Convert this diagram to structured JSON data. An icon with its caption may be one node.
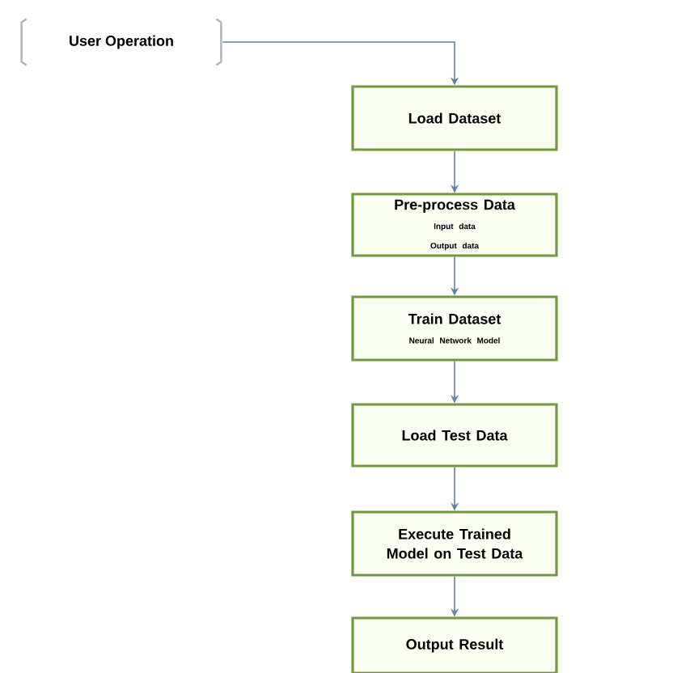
{
  "diagram": {
    "nodes": [
      {
        "text": [
          "User Operation"
        ]
      },
      {
        "text": [
          "Load Dataset"
        ]
      },
      {
        "text": [
          "Pre-process Data",
          "Input data",
          "Output data"
        ]
      },
      {
        "text": [
          "Train Dataset",
          "Neural Network Model"
        ]
      },
      {
        "text": [
          "Load Test Data"
        ]
      },
      {
        "text": [
          "Execute Trained Model on Test Data"
        ]
      },
      {
        "text": [
          "Output Result"
        ]
      }
    ],
    "edges": [
      {
        "from": 0,
        "to": 1,
        "arrow": "to"
      },
      {
        "from": 1,
        "to": 2,
        "arrow": "to"
      },
      {
        "from": 2,
        "to": 3,
        "arrow": "to"
      },
      {
        "from": 3,
        "to": 4,
        "arrow": "to"
      },
      {
        "from": 4,
        "to": 5,
        "arrow": "to"
      },
      {
        "from": 5,
        "to": 6,
        "arrow": "to"
      }
    ]
  }
}
